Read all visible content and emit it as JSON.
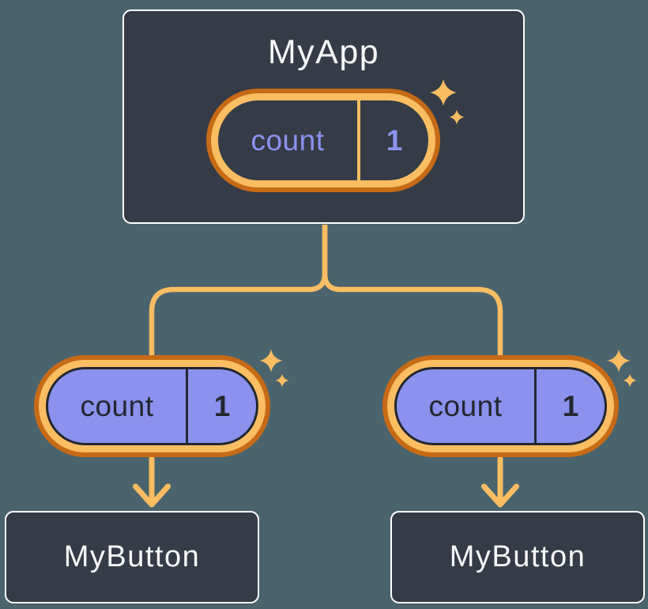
{
  "tree": {
    "root": {
      "title": "MyApp",
      "state": {
        "name": "count",
        "value": "1"
      }
    },
    "children": [
      {
        "title": "MyButton",
        "state": {
          "name": "count",
          "value": "1"
        }
      },
      {
        "title": "MyButton",
        "state": {
          "name": "count",
          "value": "1"
        }
      }
    ]
  },
  "colors": {
    "background": "#4A646E",
    "node_fill": "#353B47",
    "node_border": "#FFFFFF",
    "node_text": "#F6F7F9",
    "pill_ring_outer": "#C76A15",
    "pill_ring_inner": "#FABD62",
    "pill_fill_root": "#353B47",
    "pill_fill_child": "#8A92EE",
    "state_text_root": "#8B92EE",
    "state_text_child": "#23272F",
    "connector": "#FABD62",
    "sparkle": "#FABD62"
  }
}
